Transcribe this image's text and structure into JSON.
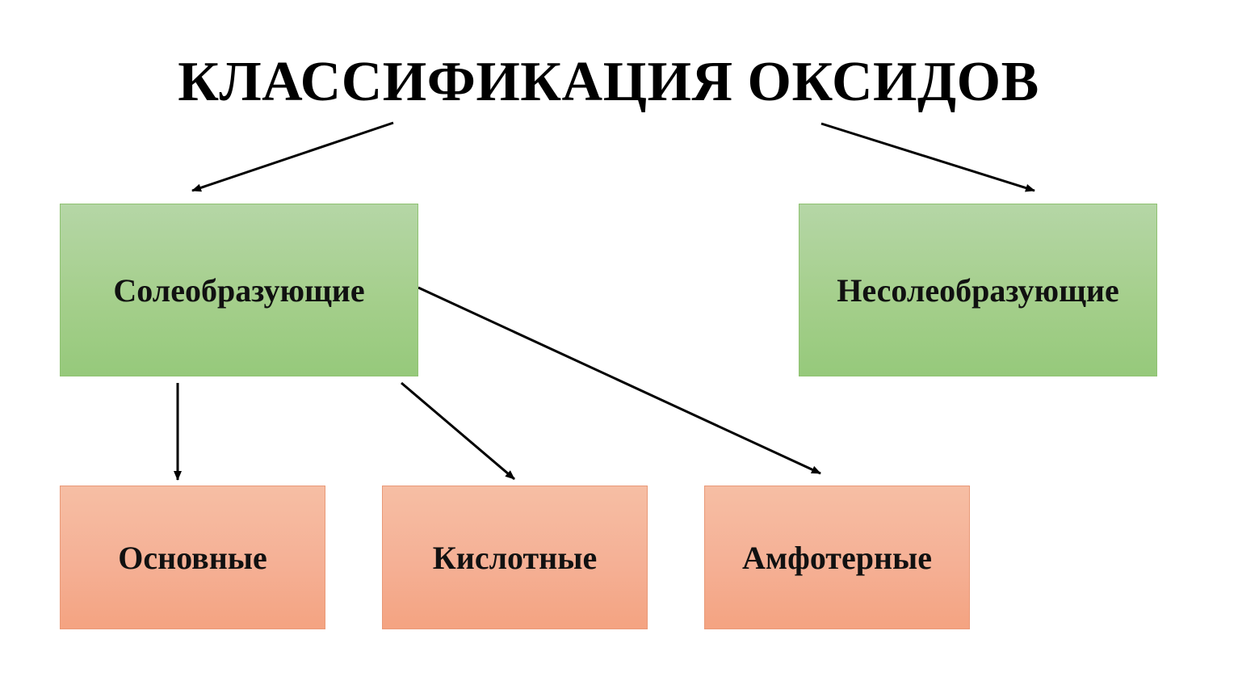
{
  "diagram": {
    "title": "КЛАССИФИКАЦИЯ ОКСИДОВ",
    "nodes": {
      "salt_forming": "Солеобразующие",
      "non_salt_forming": "Несолеобразующие",
      "basic": "Основные",
      "acidic": "Кислотные",
      "amphoteric": "Амфотерные"
    },
    "edges": [
      {
        "from": "title",
        "to": "salt_forming"
      },
      {
        "from": "title",
        "to": "non_salt_forming"
      },
      {
        "from": "salt_forming",
        "to": "basic"
      },
      {
        "from": "salt_forming",
        "to": "acidic"
      },
      {
        "from": "salt_forming",
        "to": "amphoteric"
      }
    ],
    "colors": {
      "level1_fill": "#a5cf8c",
      "level2_fill": "#f5b095",
      "arrow": "#000000"
    }
  }
}
